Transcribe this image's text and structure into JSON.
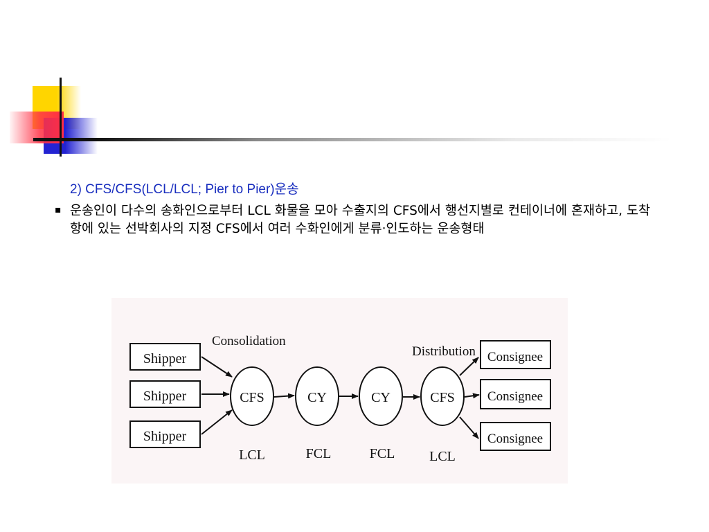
{
  "slide": {
    "heading": "2) CFS/CFS(LCL/LCL; Pier to Pier)운송",
    "bullet_marker": "▪",
    "bullet_text": "운송인이 다수의 송화인으로부터 LCL 화물을 모아 수출지의 CFS에서 행선지별로 컨테이너에 혼재하고,  도착항에 있는 선박회사의 지정 CFS에서 여러 수화인에게 분류·인도하는 운송형태"
  },
  "diagram": {
    "top_left_label": "Consolidation",
    "top_right_label": "Distribution",
    "shippers": [
      "Shipper",
      "Shipper",
      "Shipper"
    ],
    "consignees": [
      "Consignee",
      "Consignee",
      "Consignee"
    ],
    "nodes": [
      {
        "label": "CFS",
        "sublabel": "LCL"
      },
      {
        "label": "CY",
        "sublabel": "FCL"
      },
      {
        "label": "CY",
        "sublabel": "FCL"
      },
      {
        "label": "CFS",
        "sublabel": "LCL"
      }
    ]
  },
  "colors": {
    "heading": "#1a2fbf",
    "deco_yellow": "#ffd500",
    "deco_blue": "#2323d2",
    "deco_red": "#ff2d45",
    "diagram_bg": "#fbf5f6"
  }
}
